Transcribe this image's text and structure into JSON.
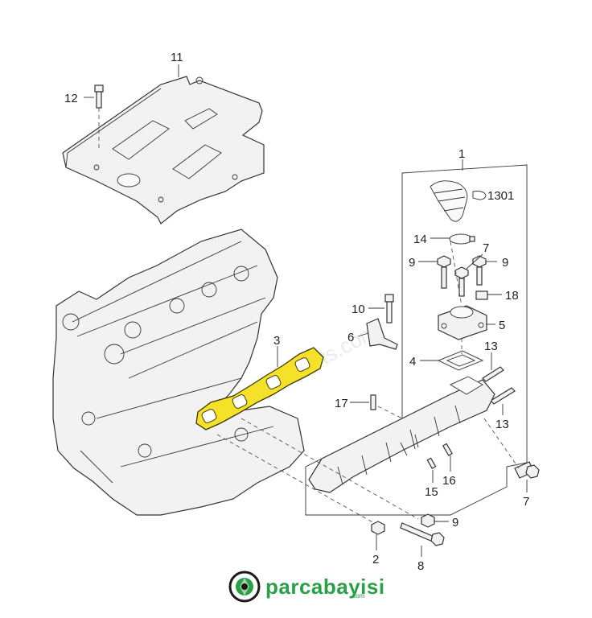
{
  "diagram": {
    "callouts": {
      "p1": "1",
      "p2": "2",
      "p3": "3",
      "p4": "4",
      "p5": "5",
      "p6": "6",
      "p7a": "7",
      "p7b": "7",
      "p8": "8",
      "p9a": "9",
      "p9b": "9",
      "p9c": "9",
      "p10": "10",
      "p11": "11",
      "p12": "12",
      "p13a": "13",
      "p13b": "13",
      "p14": "14",
      "p15": "15",
      "p16": "16",
      "p17": "17",
      "p18": "18",
      "p1301": "1301"
    },
    "highlight_color": "#f5e02a"
  },
  "watermark": {
    "text": "parcabayisi-parts.com"
  },
  "brand": {
    "name": "parcabayisi",
    "suffix": ".com",
    "color": "#2aa046",
    "icon": "camera-shutter-icon"
  }
}
